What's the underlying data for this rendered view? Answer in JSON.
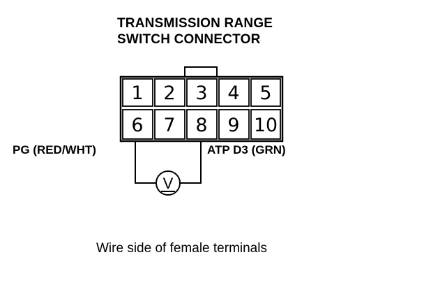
{
  "title": {
    "line1": "TRANSMISSION RANGE",
    "line2": "SWITCH CONNECTOR"
  },
  "connector": {
    "row1": [
      "1",
      "2",
      "3",
      "4",
      "5"
    ],
    "row2": [
      "6",
      "7",
      "8",
      "9",
      "10"
    ]
  },
  "wires": {
    "left_label": "PG (RED/WHT)",
    "right_label": "ATP D3 (GRN)"
  },
  "meter": {
    "symbol": "V"
  },
  "caption": "Wire side of female terminals"
}
